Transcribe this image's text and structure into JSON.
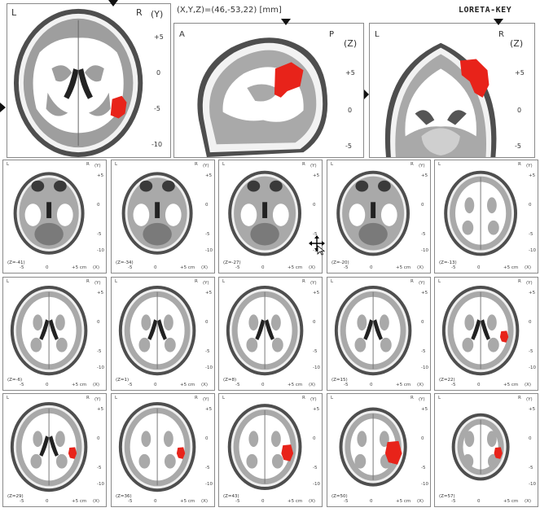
{
  "header": {
    "coords_label": "(X,Y,Z)=(46,-53,22) [mm]",
    "app_title": "LORETA-KEY"
  },
  "top_views": {
    "axial": {
      "left_label": "L",
      "right_label": "R",
      "axis_label": "(Y)",
      "ticks": [
        "+5",
        "0",
        "-5",
        "-10"
      ]
    },
    "sagittal": {
      "left_label": "A",
      "right_label": "P",
      "axis_label": "(Z)",
      "ticks": [
        "+5",
        "0",
        "-5"
      ]
    },
    "coronal": {
      "left_label": "L",
      "right_label": "R",
      "axis_label": "(Z)",
      "ticks": [
        "+5",
        "0",
        "-5"
      ]
    }
  },
  "slice_common": {
    "left_label": "L",
    "right_label": "R",
    "y_axis_label": "(Y)",
    "y_ticks": [
      "+5",
      "0",
      "-5",
      "-10"
    ],
    "x_ticks": [
      "-5",
      "0",
      "+5 cm",
      "(X)"
    ]
  },
  "slices": [
    {
      "z": "(Z=-41)",
      "activation": 0
    },
    {
      "z": "(Z=-34)",
      "activation": 0
    },
    {
      "z": "(Z=-27)",
      "activation": 0
    },
    {
      "z": "(Z=-20)",
      "activation": 0
    },
    {
      "z": "(Z=-13)",
      "activation": 0
    },
    {
      "z": "(Z=-6)",
      "activation": 0
    },
    {
      "z": "(Z=1)",
      "activation": 0
    },
    {
      "z": "(Z=8)",
      "activation": 0
    },
    {
      "z": "(Z=15)",
      "activation": 0
    },
    {
      "z": "(Z=22)",
      "activation": 1
    },
    {
      "z": "(Z=29)",
      "activation": 1
    },
    {
      "z": "(Z=36)",
      "activation": 1
    },
    {
      "z": "(Z=43)",
      "activation": 2
    },
    {
      "z": "(Z=50)",
      "activation": 3
    },
    {
      "z": "(Z=57)",
      "activation": 1
    }
  ],
  "colors": {
    "activation": "#e8231a",
    "gray_matter": "#a9a9a9",
    "white_matter": "#ffffff",
    "skull": "#5a5a5a",
    "background": "#ffffff"
  },
  "icons": {
    "cursor": "move-cursor-icon",
    "marker": "triangle-marker-icon"
  }
}
